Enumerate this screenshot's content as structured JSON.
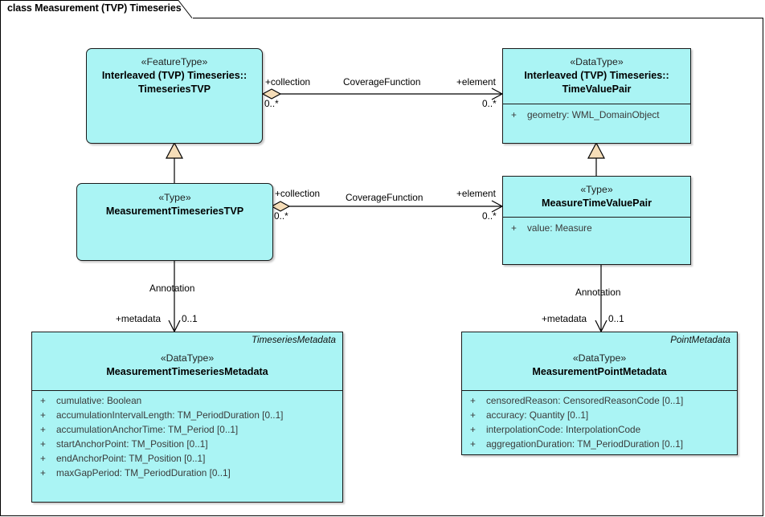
{
  "diagram": {
    "frame_title": "class Measurement (TVP) Timeseries",
    "colors": {
      "class_fill": "#aaf4f4",
      "class_border": "#1a1a1a",
      "marker_fill": "#f5ddb8",
      "line": "#000000",
      "attribute_text": "#3a3a3a"
    }
  },
  "classes": {
    "timeseries_tvp": {
      "stereotype": "«FeatureType»",
      "name_line1": "Interleaved (TVP) Timeseries::",
      "name_line2": "TimeseriesTVP",
      "attributes": []
    },
    "time_value_pair": {
      "stereotype": "«DataType»",
      "name_line1": "Interleaved (TVP) Timeseries::",
      "name_line2": "TimeValuePair",
      "attributes": [
        {
          "visibility": "+",
          "text": "geometry: WML_DomainObject"
        }
      ]
    },
    "measurement_timeseries_tvp": {
      "stereotype": "«Type»",
      "name_line1": "MeasurementTimeseriesTVP",
      "name_line2": "",
      "attributes": []
    },
    "measure_time_value_pair": {
      "stereotype": "«Type»",
      "name_line1": "MeasureTimeValuePair",
      "name_line2": "",
      "attributes": [
        {
          "visibility": "+",
          "text": "value: Measure"
        }
      ]
    },
    "measurement_timeseries_metadata": {
      "role_tag": "TimeseriesMetadata",
      "stereotype": "«DataType»",
      "name_line1": "MeasurementTimeseriesMetadata",
      "name_line2": "",
      "attributes": [
        {
          "visibility": "+",
          "text": "cumulative: Boolean"
        },
        {
          "visibility": "+",
          "text": "accumulationIntervalLength: TM_PeriodDuration [0..1]"
        },
        {
          "visibility": "+",
          "text": "accumulationAnchorTime: TM_Period [0..1]"
        },
        {
          "visibility": "+",
          "text": "startAnchorPoint: TM_Position [0..1]"
        },
        {
          "visibility": "+",
          "text": "endAnchorPoint: TM_Position [0..1]"
        },
        {
          "visibility": "+",
          "text": "maxGapPeriod: TM_PeriodDuration [0..1]"
        }
      ]
    },
    "measurement_point_metadata": {
      "role_tag": "PointMetadata",
      "stereotype": "«DataType»",
      "name_line1": "MeasurementPointMetadata",
      "name_line2": "",
      "attributes": [
        {
          "visibility": "+",
          "text": "censoredReason: CensoredReasonCode [0..1]"
        },
        {
          "visibility": "+",
          "text": "accuracy: Quantity [0..1]"
        },
        {
          "visibility": "+",
          "text": "interpolationCode: InterpolationCode"
        },
        {
          "visibility": "+",
          "text": "aggregationDuration: TM_PeriodDuration [0..1]"
        }
      ]
    }
  },
  "connectors": {
    "coverage_top": {
      "name": "CoverageFunction",
      "source_role": "+collection",
      "source_mult": "0..*",
      "target_role": "+element",
      "target_mult": "0..*"
    },
    "coverage_mid": {
      "name": "CoverageFunction",
      "source_role": "+collection",
      "source_mult": "0..*",
      "target_role": "+element",
      "target_mult": "0..*"
    },
    "annotation_left": {
      "name": "Annotation",
      "source_role": "+metadata",
      "target_mult": "0..1"
    },
    "annotation_right": {
      "name": "Annotation",
      "source_role": "+metadata",
      "target_mult": "0..1"
    }
  }
}
